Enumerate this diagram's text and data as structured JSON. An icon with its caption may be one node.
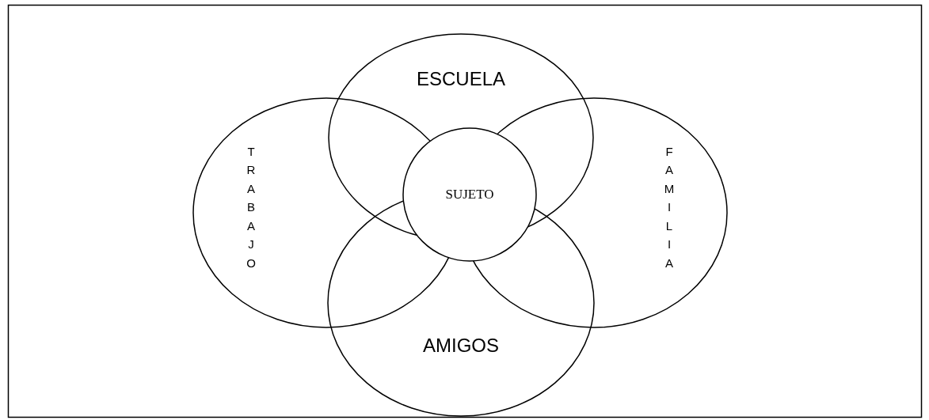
{
  "diagram": {
    "nodes": [
      {
        "text": [
          "ESCUELA"
        ]
      },
      {
        "text": [
          "TRABAJO"
        ]
      },
      {
        "text": [
          "SUJETO"
        ]
      },
      {
        "text": [
          "FAMILIA"
        ]
      },
      {
        "text": [
          "AMIGOS"
        ]
      }
    ]
  }
}
